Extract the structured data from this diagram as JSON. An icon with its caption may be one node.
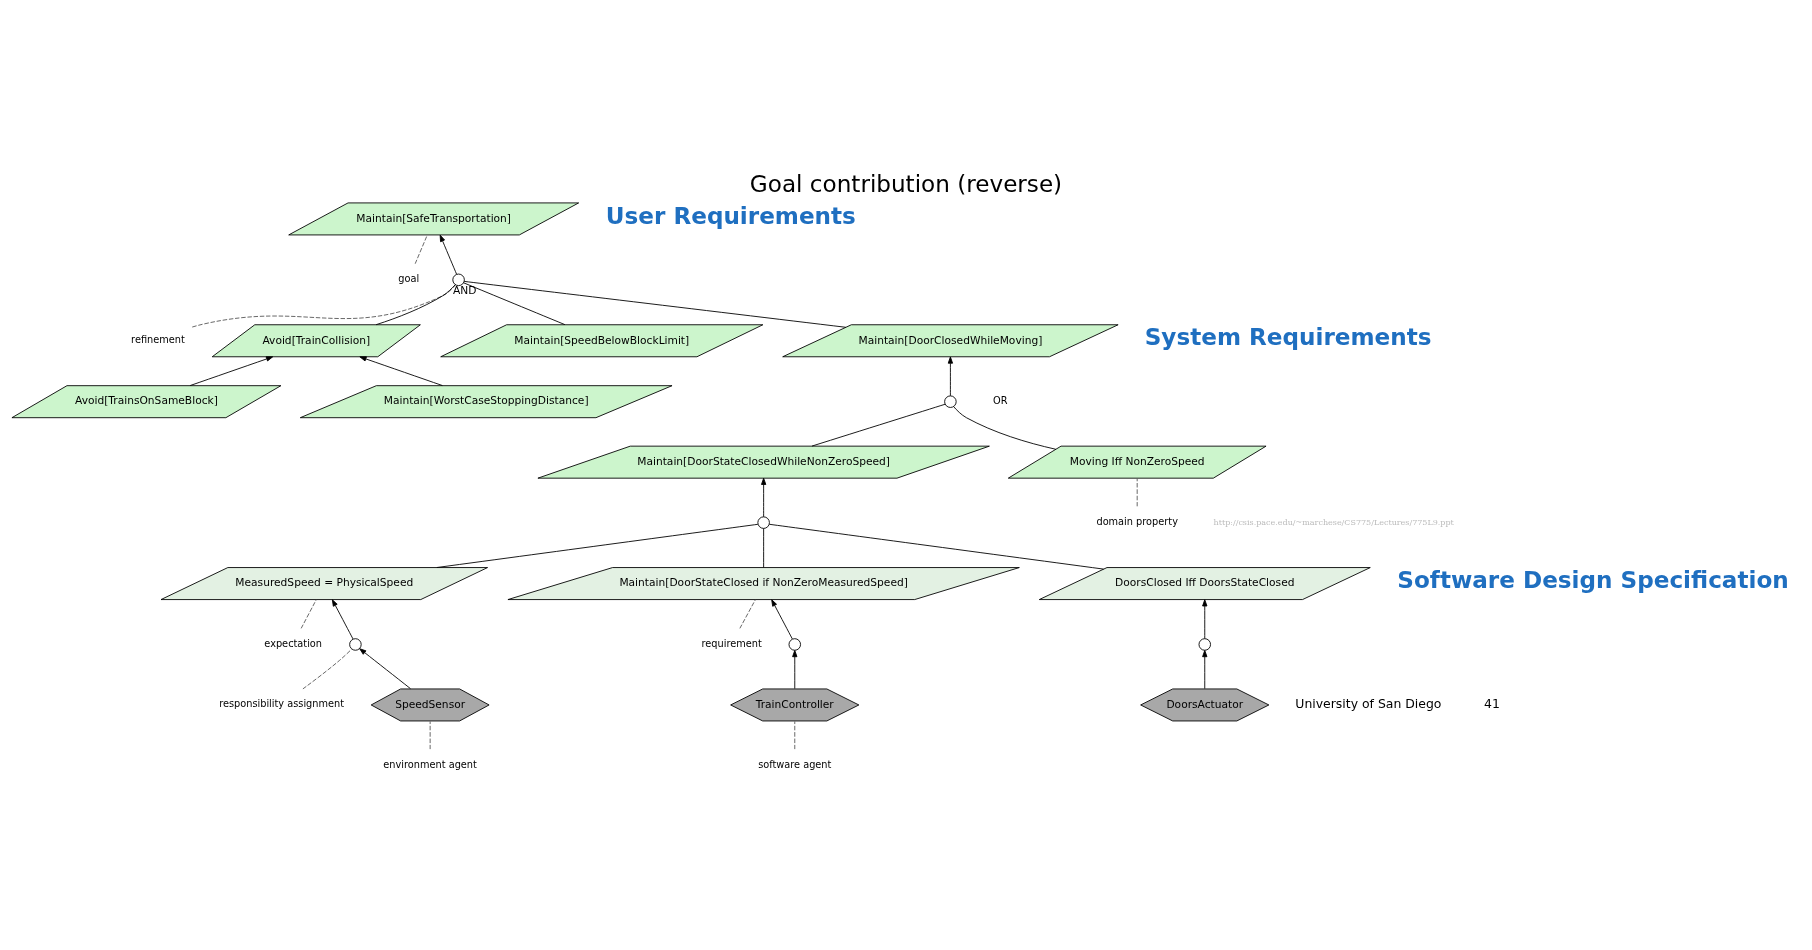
{
  "diagram": {
    "title": "Goal contribution (reverse)",
    "nodes": [
      {
        "text": [
          "Maintain[SafeTransportation]"
        ]
      },
      {
        "text": [
          "goal"
        ]
      },
      {
        "text": [],
        "shape": "circle",
        "beside": [
          "AND"
        ]
      },
      {
        "text": [
          "refinement"
        ]
      },
      {
        "text": [
          "Avoid[TrainCollision]"
        ]
      },
      {
        "text": [
          "Maintain[SpeedBelowBlockLimit]"
        ]
      },
      {
        "text": [
          "Maintain[DoorClosedWhileMoving]"
        ]
      },
      {
        "text": [
          "Avoid[TrainsOnSameBlock]"
        ]
      },
      {
        "text": [
          "Maintain[WorstCaseStoppingDistance]"
        ]
      },
      {
        "text": [],
        "shape": "circle"
      },
      {
        "text": [
          "Maintain[DoorStateClosedWhileNonZeroSpeed]"
        ]
      },
      {
        "text": [
          "Moving Iff NonZeroSpeed"
        ]
      },
      {
        "text": [
          "domain property"
        ]
      },
      {
        "text": [],
        "shape": "circle"
      },
      {
        "text": [
          "requirement"
        ]
      },
      {
        "text": [
          "expectation"
        ]
      },
      {
        "text": [
          "MeasuredSpeed = PhysicalSpeed"
        ]
      },
      {
        "text": [
          "Maintain[DoorStateClosed if NonZeroMeasuredSpeed]"
        ]
      },
      {
        "text": [
          "DoorsClosed Iff DoorsStateClosed"
        ]
      },
      {
        "text": [
          "responsibility assignment"
        ]
      },
      {
        "text": [],
        "shape": "circle"
      },
      {
        "text": [],
        "shape": "circle"
      },
      {
        "text": [],
        "shape": "circle"
      },
      {
        "text": [
          "environment agent"
        ]
      },
      {
        "text": [
          "SpeedSensor"
        ]
      },
      {
        "text": [
          "software agent"
        ]
      },
      {
        "text": [
          "TrainController"
        ]
      },
      {
        "text": [
          "DoorsActuator"
        ]
      }
    ],
    "edges": [
      {
        "from": 2,
        "to": 0,
        "arrow": "to"
      },
      {
        "from": 1,
        "to": 0,
        "arrow": "none",
        "style": "dashed"
      },
      {
        "from": 3,
        "to": 2,
        "arrow": "none",
        "style": "dashed"
      },
      {
        "from": 4,
        "to": 2,
        "arrow": "none"
      },
      {
        "from": 5,
        "to": 2,
        "arrow": "none"
      },
      {
        "from": 6,
        "to": 2,
        "arrow": "none"
      },
      {
        "from": 7,
        "to": 4,
        "arrow": "to"
      },
      {
        "from": 8,
        "to": 4,
        "arrow": "to"
      },
      {
        "from": 9,
        "to": 6,
        "arrow": "to"
      },
      {
        "from": 10,
        "to": 9,
        "arrow": "none"
      },
      {
        "from": 11,
        "to": 9,
        "arrow": "none"
      },
      {
        "from": 12,
        "to": 11,
        "arrow": "none",
        "style": "dashed"
      },
      {
        "from": 13,
        "to": 10,
        "arrow": "to"
      },
      {
        "from": 16,
        "to": 13,
        "arrow": "none"
      },
      {
        "from": 17,
        "to": 13,
        "arrow": "none"
      },
      {
        "from": 18,
        "to": 13,
        "arrow": "none"
      },
      {
        "from": 14,
        "to": 17,
        "arrow": "none",
        "style": "dashed"
      },
      {
        "from": 15,
        "to": 16,
        "arrow": "none",
        "style": "dashed"
      },
      {
        "from": 20,
        "to": 16,
        "arrow": "to"
      },
      {
        "from": 19,
        "to": 20,
        "arrow": "none",
        "style": "dashed"
      },
      {
        "from": 21,
        "to": 17,
        "arrow": "to"
      },
      {
        "from": 22,
        "to": 18,
        "arrow": "to"
      },
      {
        "from": 24,
        "to": 20,
        "arrow": "to"
      },
      {
        "from": 23,
        "to": 24,
        "arrow": "none",
        "style": "dashed"
      },
      {
        "from": 26,
        "to": 21,
        "arrow": "to"
      },
      {
        "from": 25,
        "to": 26,
        "arrow": "none",
        "style": "dashed"
      },
      {
        "from": 27,
        "to": 22,
        "arrow": "to"
      }
    ],
    "labels": [
      "User Requirements",
      "System Requirements",
      "OR",
      "http://csis.pace.edu/~marchese/CS775/Lectures/775L9.ppt",
      "Software Design Specification",
      "University of San Diego",
      "41"
    ]
  }
}
